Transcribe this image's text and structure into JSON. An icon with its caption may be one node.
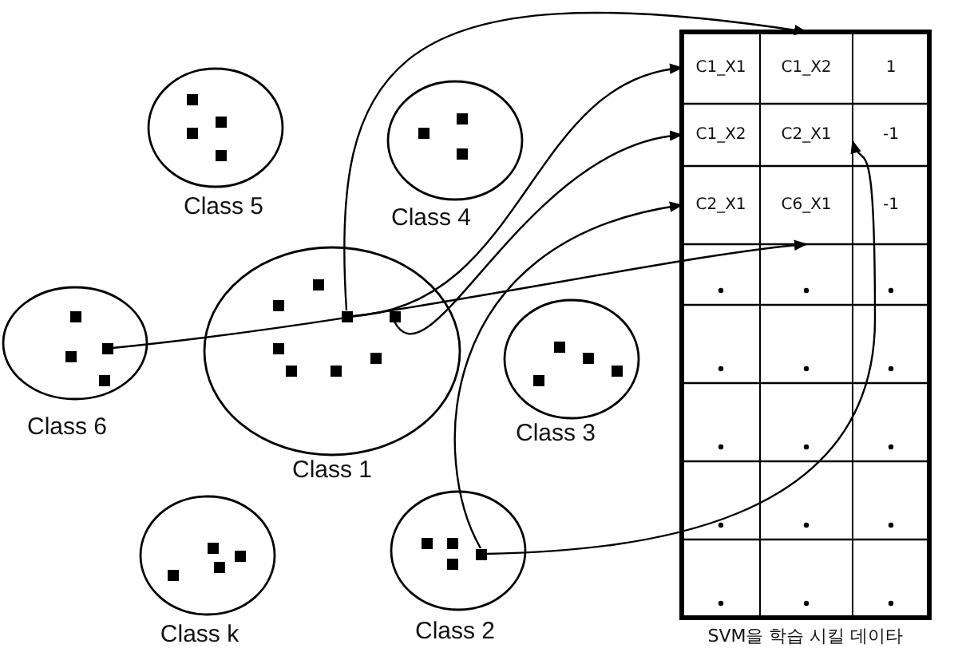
{
  "diagram": {
    "nodes": [
      {
        "text": [
          "Class 5"
        ]
      },
      {
        "text": [
          "Class 4"
        ]
      },
      {
        "text": [
          "Class 6"
        ]
      },
      {
        "text": [
          "Class 1"
        ]
      },
      {
        "text": [
          "Class 3"
        ]
      },
      {
        "text": [
          "Class k"
        ]
      },
      {
        "text": [
          "Class 2"
        ]
      },
      {
        "text": [
          "SVM을 학습 시킬 데이타"
        ]
      },
      {
        "text": [
          "C1_X1"
        ],
        "in": 7
      },
      {
        "text": [
          "C1_X2"
        ],
        "in": 7
      },
      {
        "text": [
          "1"
        ],
        "in": 7
      },
      {
        "text": [
          "C1_X2"
        ],
        "in": 7
      },
      {
        "text": [
          "C2_X1"
        ],
        "in": 7
      },
      {
        "text": [
          "-1"
        ],
        "in": 7
      },
      {
        "text": [
          "C2_X1"
        ],
        "in": 7
      },
      {
        "text": [
          "C6_X1"
        ],
        "in": 7
      },
      {
        "text": [
          "-1"
        ],
        "in": 7
      },
      {
        "text": [],
        "shape": "box",
        "in": 3
      },
      {
        "text": [],
        "shape": "box",
        "in": 3
      },
      {
        "text": [],
        "shape": "box",
        "in": 2
      },
      {
        "text": [],
        "shape": "box",
        "in": 6
      }
    ],
    "edges": [
      {
        "from": 17,
        "to": 9,
        "arrow": "to"
      },
      {
        "from": 17,
        "to": 8,
        "arrow": "to"
      },
      {
        "from": 18,
        "to": 11,
        "arrow": "to"
      },
      {
        "from": 19,
        "to": 15,
        "arrow": "to"
      },
      {
        "from": 20,
        "to": 14,
        "arrow": "to"
      },
      {
        "from": 20,
        "to": 12,
        "arrow": "to"
      }
    ]
  }
}
